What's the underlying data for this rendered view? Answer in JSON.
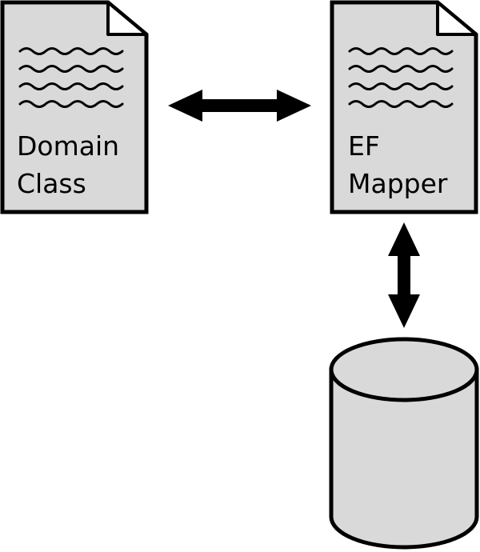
{
  "nodes": {
    "domain_class": {
      "line1": "Domain",
      "line2": "Class"
    },
    "ef_mapper": {
      "line1": "EF",
      "line2": "Mapper"
    }
  },
  "colors": {
    "fill": "#d9d9d9",
    "stroke": "#000000",
    "background": "#ffffff"
  },
  "icons": {
    "document": "document-icon",
    "database": "database-cylinder-icon",
    "arrow": "double-headed-arrow"
  }
}
